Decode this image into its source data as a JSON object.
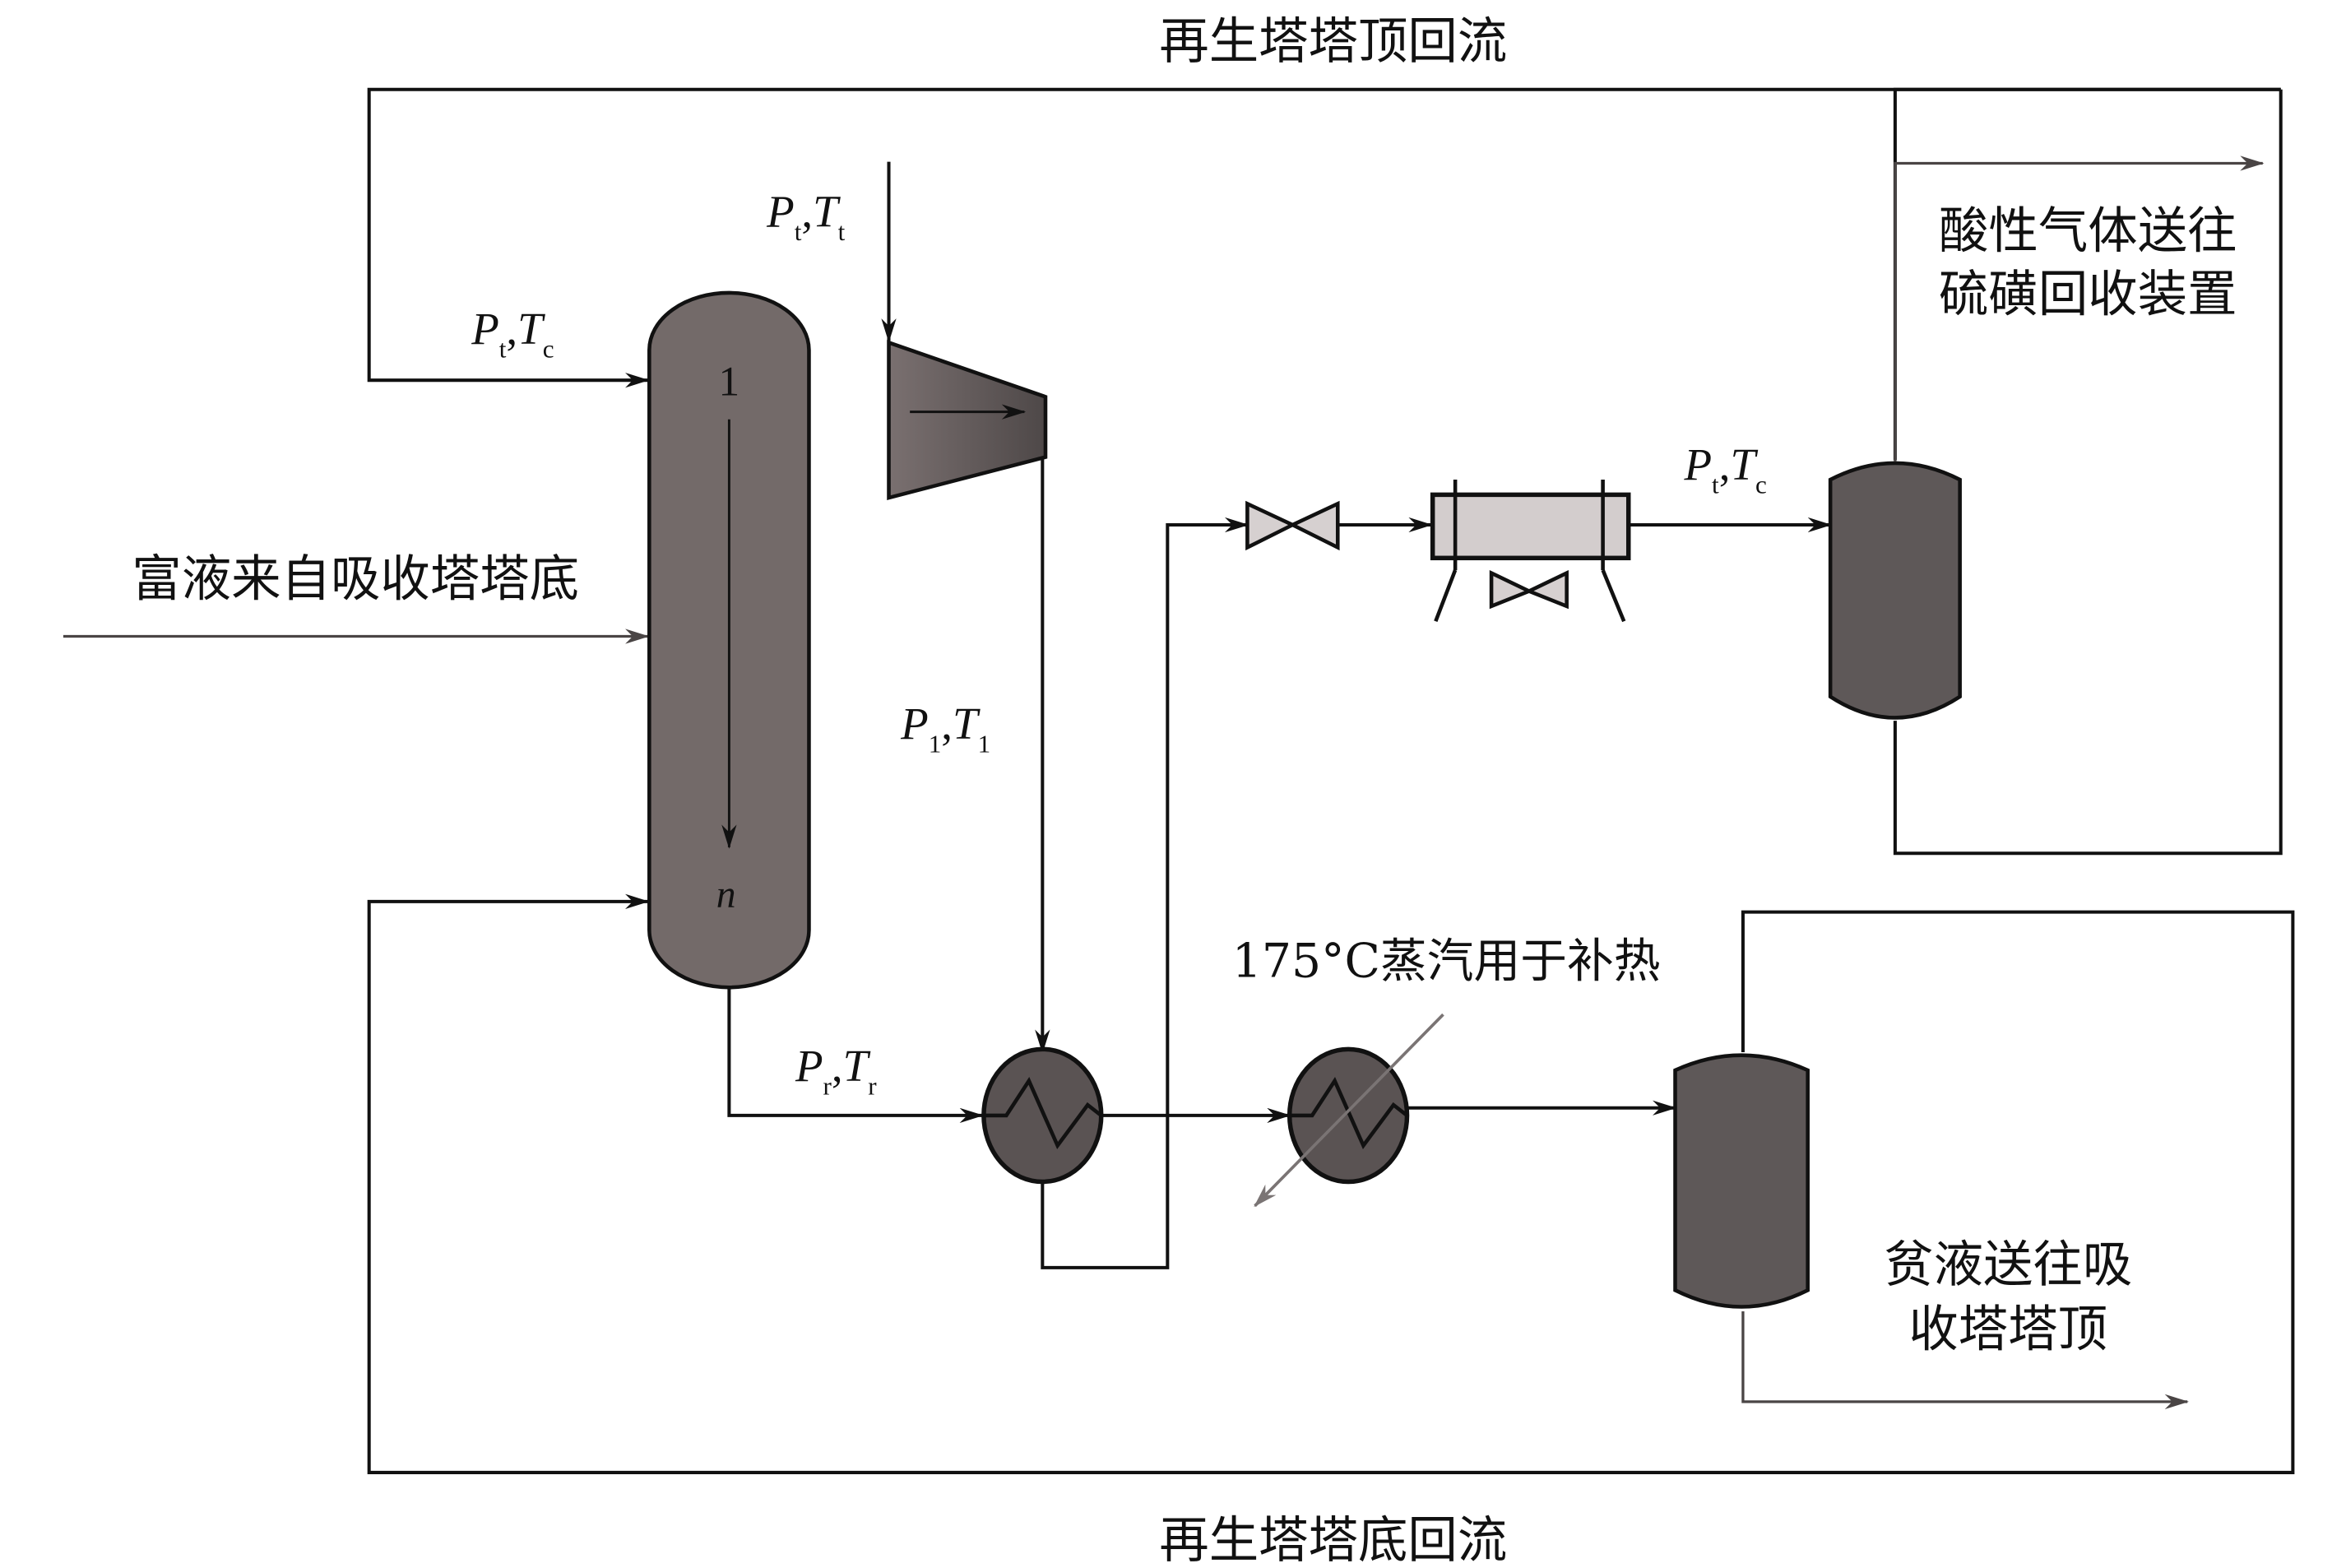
{
  "labels": {
    "top_reflux": "再生塔塔顶回流",
    "bottom_reflux": "再生塔塔底回流",
    "rich_feed": "富液来自吸收塔塔底",
    "acid_gas_line1": "酸性气体送往",
    "acid_gas_line2": "硫磺回收装置",
    "steam": "175°C蒸汽用于补热",
    "lean_line1": "贫液送往吸",
    "lean_line2": "收塔塔顶",
    "column_top_stage": "1",
    "column_bottom_stage": "n"
  },
  "stream_labels": {
    "reflux_in": {
      "P": "P",
      "P_sub": "t",
      "T": "T",
      "T_sub": "c"
    },
    "compressor_in": {
      "P": "P",
      "P_sub": "t",
      "T": "T",
      "T_sub": "t"
    },
    "compressor_out": {
      "P": "P",
      "P_sub": "1",
      "T": "T",
      "T_sub": "1"
    },
    "column_bottom": {
      "P": "P",
      "P_sub": "r",
      "T": "T",
      "T_sub": "r"
    },
    "cooler_out": {
      "P": "P",
      "P_sub": "t",
      "T": "T",
      "T_sub": "c"
    }
  },
  "colors": {
    "column_fill": "#736a69",
    "vessel_fill": "#5e5858",
    "cooler_fill": "#d3cdcd",
    "line": "#111111",
    "steam_line": "#7a7474"
  }
}
